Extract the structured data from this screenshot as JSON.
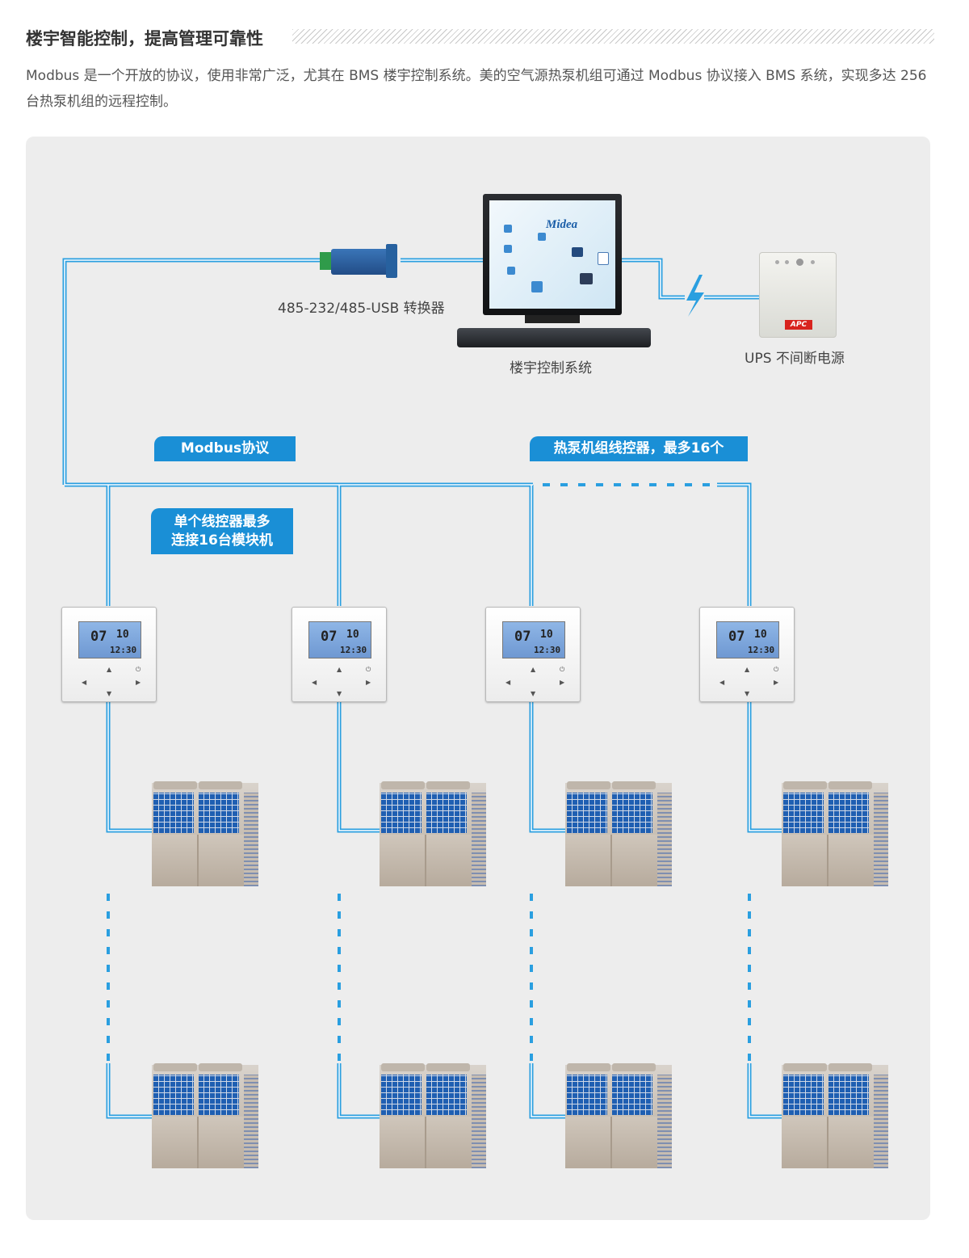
{
  "header": {
    "title": "楼宇智能控制，提高管理可靠性",
    "intro": "Modbus 是一个开放的协议，使用非常广泛，尤其在 BMS 楼宇控制系统。美的空气源热泵机组可通过 Modbus 协议接入 BMS 系统，实现多达 256 台热泵机组的远程控制。"
  },
  "devices": {
    "converter_label": "485-232/485-USB 转换器",
    "bms_label": "楼宇控制系统",
    "ups_label": "UPS 不间断电源",
    "screen_logo": "Midea",
    "ups_brand": "APC"
  },
  "tags": {
    "modbus": "Modbus协议",
    "controllers_max": "热泵机组线控器，最多16个",
    "per_controller_line1": "单个线控器最多",
    "per_controller_line2": "连接16台模块机"
  },
  "controller_display": {
    "main": "07",
    "sub": "10",
    "time": "12:30"
  },
  "colors": {
    "accent": "#1a8fd6",
    "wire": "#2a9fe0",
    "panel": "#ededed"
  }
}
